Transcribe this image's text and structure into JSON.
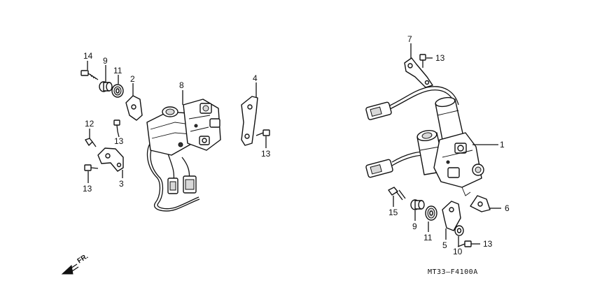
{
  "callouts": {
    "c14": "14",
    "c9a": "9",
    "c11a": "11",
    "c2": "2",
    "c8": "8",
    "c4": "4",
    "c12": "12",
    "c13a": "13",
    "c13b": "13",
    "c13c": "13",
    "c3": "3",
    "c7": "7",
    "c13d": "13",
    "c1": "1",
    "c15": "15",
    "c9b": "9",
    "c11b": "11",
    "c5": "5",
    "c10": "10",
    "c13e": "13",
    "c6": "6"
  },
  "front_label": "FR.",
  "diagram_code": "MT33–F4100A"
}
